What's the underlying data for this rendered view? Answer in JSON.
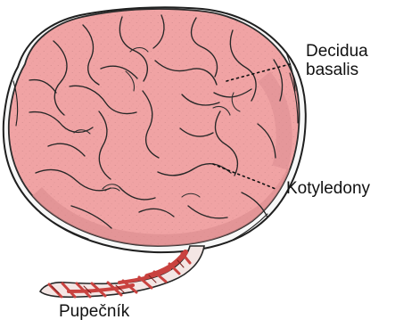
{
  "labels": {
    "decidua_basalis": {
      "line1": "Decidua",
      "line2": "basalis"
    },
    "kotyledony": "Kotyledony",
    "pupecnik": "Pupečník"
  },
  "colors": {
    "placenta_fill": "#F0A3A4",
    "placenta_shadow": "#D88A8D",
    "outline": "#252525",
    "membrane": "#F7F7F7",
    "umbilical_red": "#C9423F",
    "umbilical_white": "#F4E6E4",
    "label_text": "#111111"
  }
}
